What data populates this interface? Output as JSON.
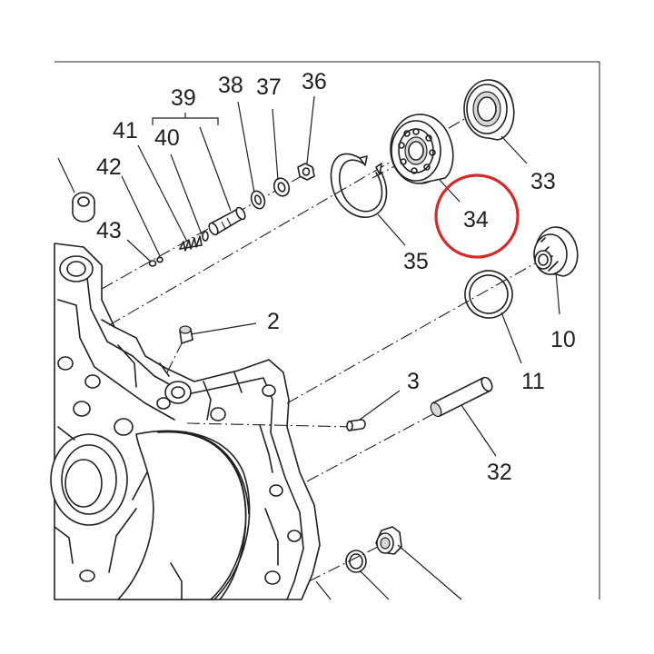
{
  "callout_labels": {
    "p2": "2",
    "p3": "3",
    "p10": "10",
    "p11": "11",
    "p32": "32",
    "p33": "33",
    "p34": "34",
    "p35": "35",
    "p36": "36",
    "p37": "37",
    "p38": "38",
    "p39": "39",
    "p40": "40",
    "p41": "41",
    "p42": "42",
    "p43": "43"
  },
  "highlight": {
    "target_label": "34",
    "color": "#d42a2a"
  },
  "colors": {
    "ink": "#231f20",
    "background": "#ffffff"
  }
}
